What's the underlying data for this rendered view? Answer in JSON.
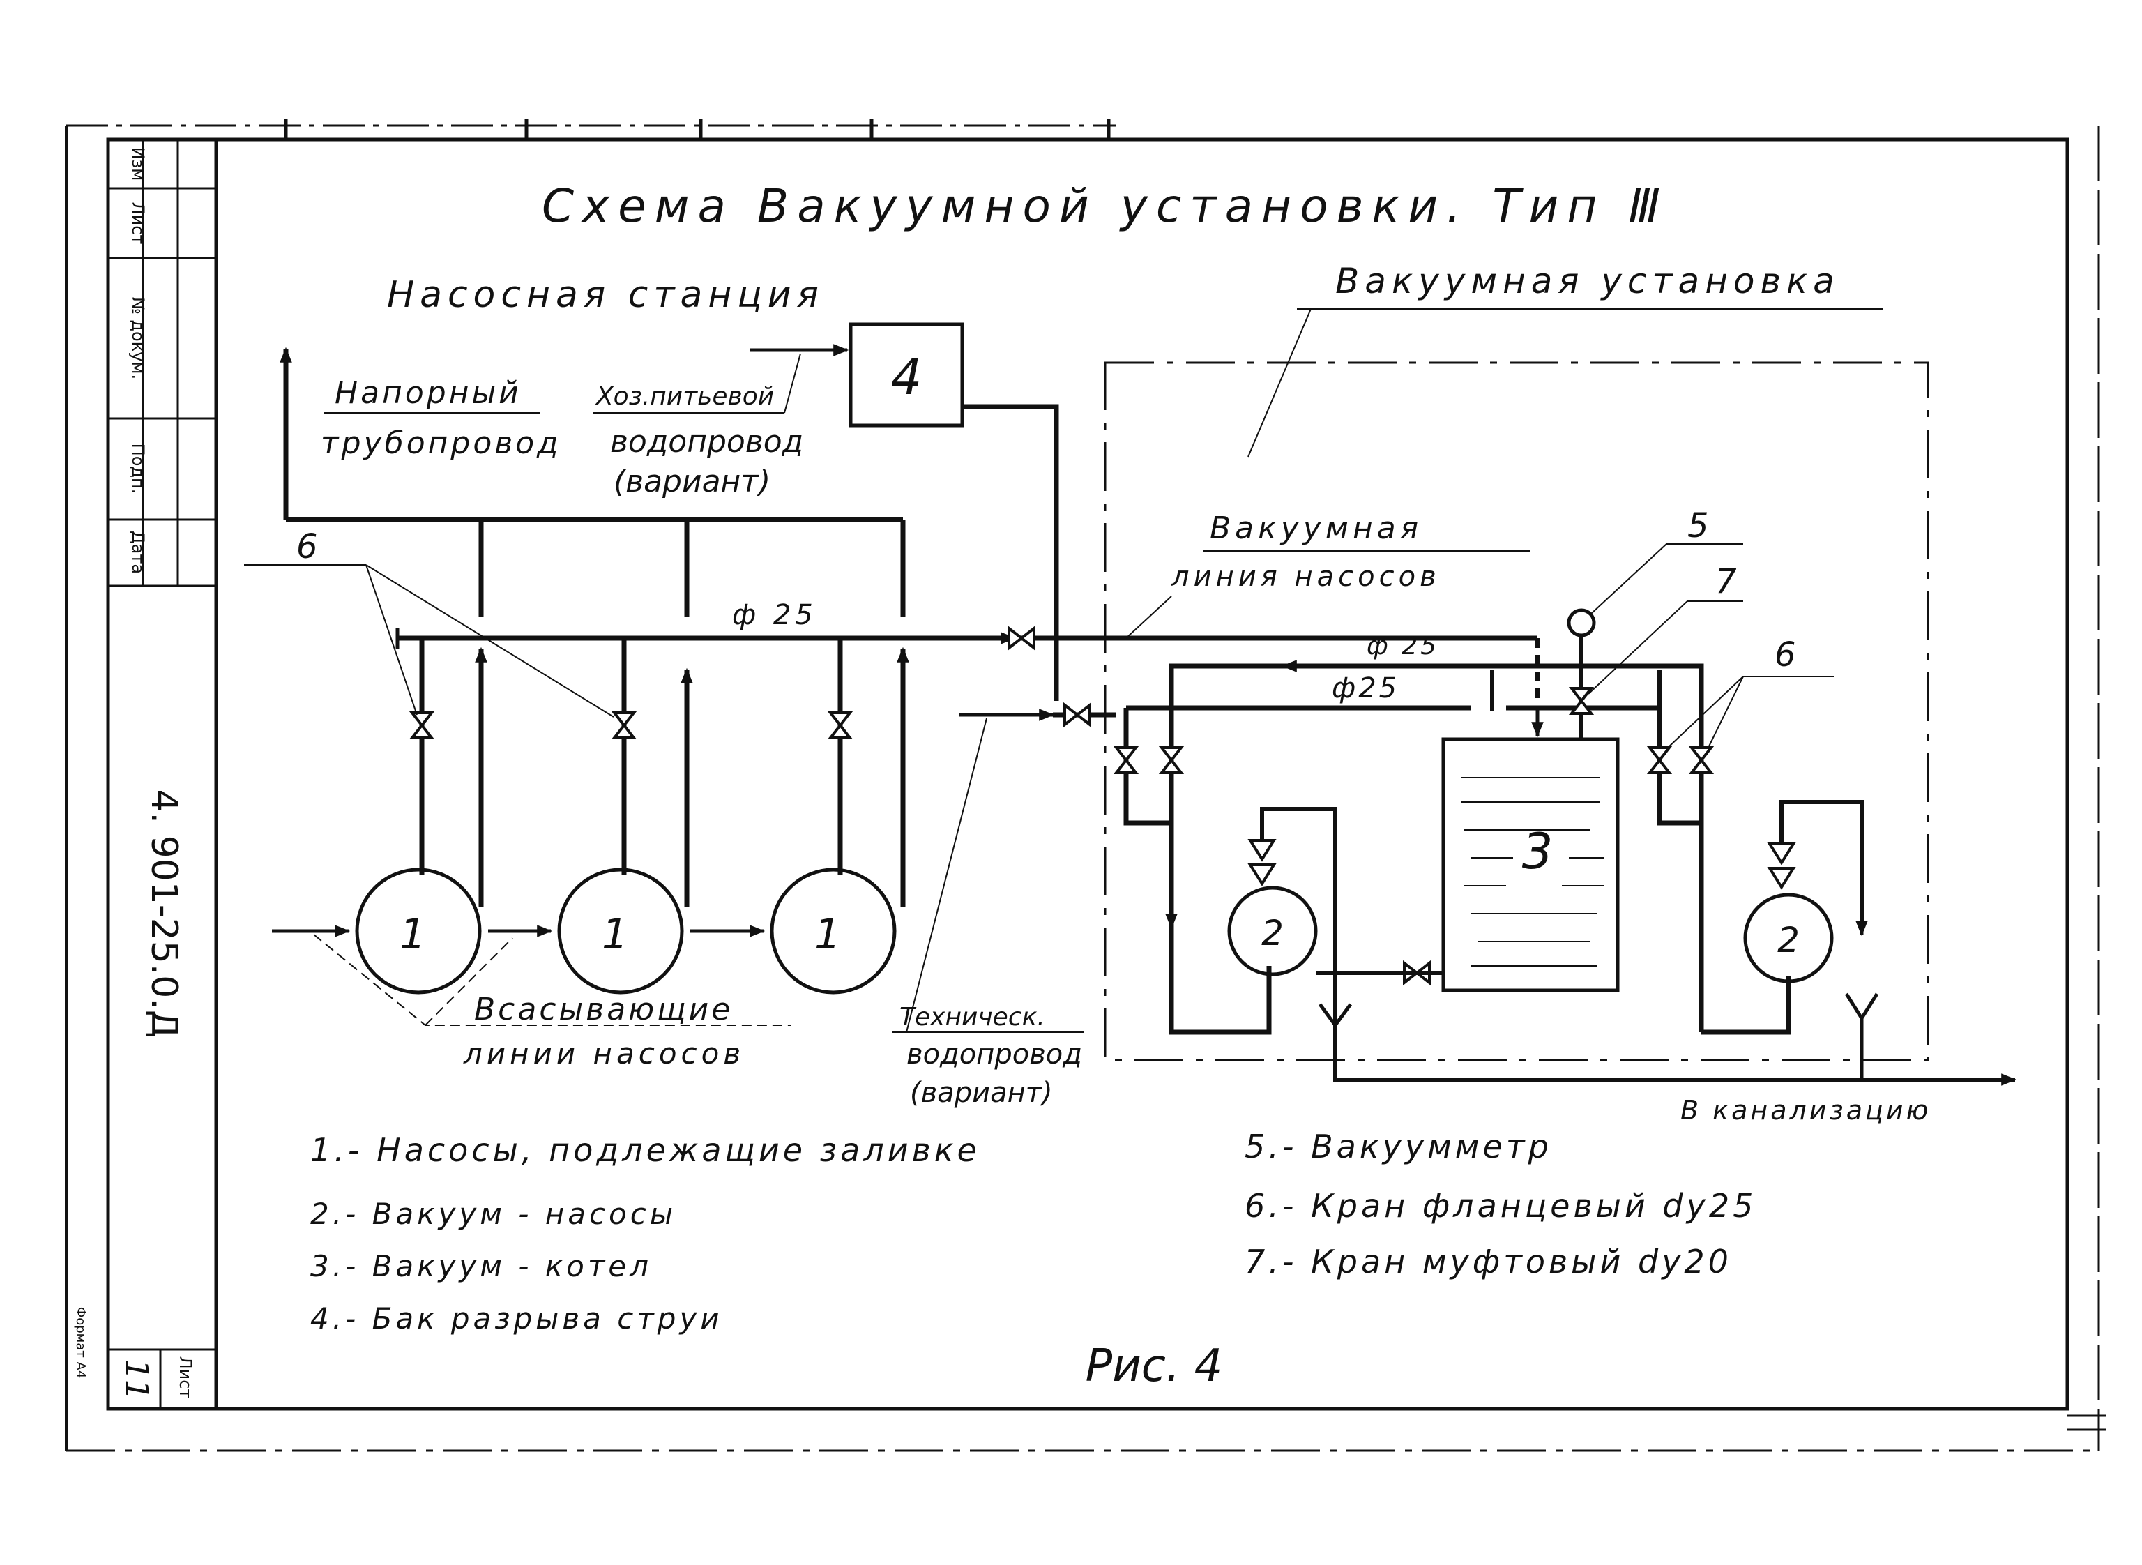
{
  "title": "Схема Вакуумной установки. Тип Ⅲ",
  "sections": {
    "pump_station": "Насосная станция",
    "vacuum_unit": "Вакуумная установка"
  },
  "labels": {
    "pressure_line_1": "Напорный",
    "pressure_line_2": "трубопровод",
    "drinking_1": "Хоз.питьевой",
    "drinking_2": "водопровод",
    "drinking_3": "(вариант)",
    "vacuum_line_1": "Вакуумная",
    "vacuum_line_2": "линия насосов",
    "suction_1": "Всасывающие",
    "suction_2": "линии насосов",
    "tech_1": "Техническ.",
    "tech_2": "водопровод",
    "tech_3": "(вариант)",
    "sewer": "В канализацию",
    "phi25_a": "ф 25",
    "phi25_b": "ф 25",
    "phi25_c": "ф25"
  },
  "numbers": {
    "pump": "1",
    "vac_pump": "2",
    "boiler": "3",
    "tank": "4",
    "gauge": "5",
    "valve_flange": "6",
    "valve_coupling": "7"
  },
  "legend": [
    "1.- Насосы, подлежащие заливке",
    "2.- Вакуум - насосы",
    "3.- Вакуум - котел",
    "4.- Бак разрыва струи",
    "5.- Вакуумметр",
    "6.- Кран фланцевый dу25",
    "7.- Кран муфтовый dу20"
  ],
  "figure": "Рис. 4",
  "stamp": {
    "doc_code": "4. 901-25.0.Д",
    "sheet_label": "Лист",
    "sheet_no": "11",
    "format": "Формат А4",
    "col_change": "Изм",
    "col_sheet": "Лист",
    "col_doc": "№ докум.",
    "col_sign": "Подп.",
    "col_date": "Дата"
  }
}
